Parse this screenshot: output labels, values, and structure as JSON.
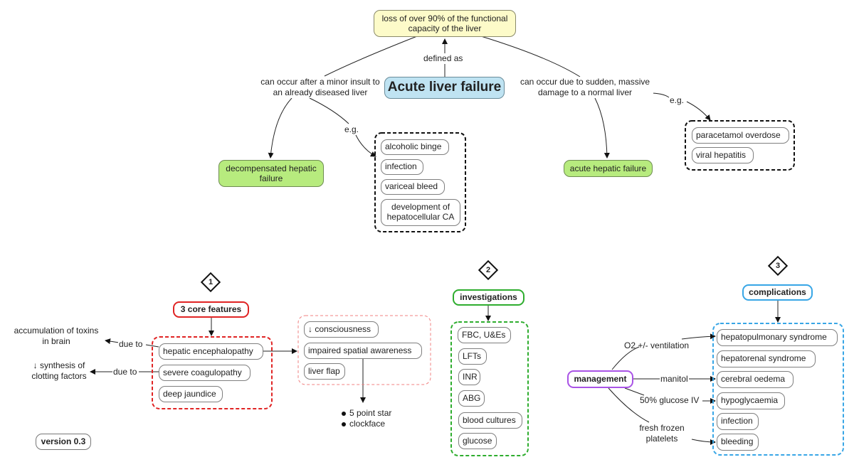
{
  "root": {
    "title": "Acute liver failure",
    "definition_link": "defined as",
    "definition": "loss of over 90% of the functional capacity of the liver"
  },
  "branches": {
    "left": {
      "link": "can occur after a minor insult to an already diseased liver",
      "result": "decompensated hepatic failure",
      "example_link": "e.g.",
      "examples": [
        "alcoholic binge",
        "infection",
        "variceal bleed",
        "development of hepatocellular CA"
      ]
    },
    "right": {
      "link": "can occur due to sudden, massive damage to a normal liver",
      "result": "acute hepatic failure",
      "example_link": "e.g.",
      "examples": [
        "paracetamol overdose",
        "viral hepatitis"
      ]
    }
  },
  "sections": {
    "core": {
      "number": "1",
      "title": "3 core features",
      "features": [
        "hepatic encephalopathy",
        "severe coagulopathy",
        "deep jaundice"
      ],
      "causes": [
        {
          "link": "due to",
          "cause": "accumulation of toxins in brain"
        },
        {
          "link": "due to",
          "cause": "↓ synthesis of clotting factors"
        }
      ],
      "encephalopathy_signs": [
        "↓ consciousness",
        "impaired spatial awareness",
        "liver flap"
      ],
      "spatial_tests": [
        "5 point star",
        "clockface"
      ]
    },
    "investigations": {
      "number": "2",
      "title": "investigations",
      "items": [
        "FBC, U&Es",
        "LFTs",
        "INR",
        "ABG",
        "blood cultures",
        "glucose"
      ]
    },
    "complications": {
      "number": "3",
      "title": "complications",
      "items": [
        "hepatopulmonary syndrome",
        "hepatorenal syndrome",
        "cerebral oedema",
        "hypoglycaemia",
        "infection",
        "bleeding"
      ]
    },
    "management": {
      "title": "management",
      "links": [
        "O2 +/- ventilation",
        "manitol",
        "50% glucose IV",
        "fresh frozen platelets"
      ]
    }
  },
  "version": "version 0.3",
  "colors": {
    "definition_fill": "#fdfbc9",
    "root_fill": "#bfe3f2",
    "result_fill": "#b7eb7e",
    "core_accent": "#e02424",
    "core_signs_accent": "#f08080",
    "investigations_accent": "#2ead2e",
    "complications_accent": "#38a6e6",
    "management_accent": "#a953e6"
  }
}
